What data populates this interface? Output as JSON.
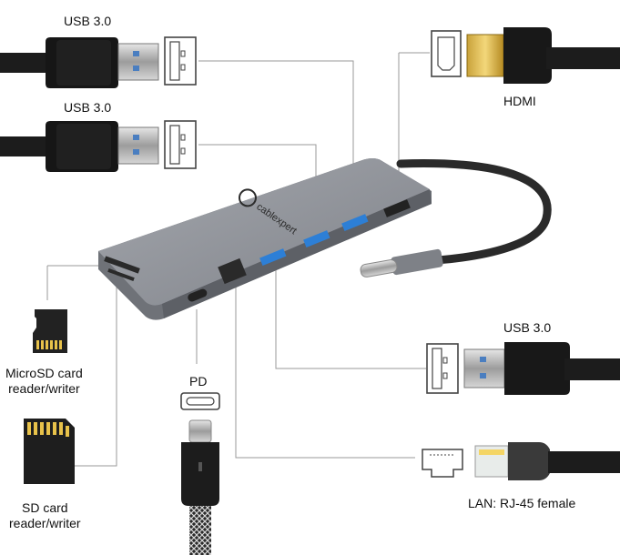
{
  "brand": "cablexpert",
  "labels": {
    "usb_top_1": "USB 3.0",
    "usb_top_2": "USB 3.0",
    "hdmi": "HDMI",
    "usb_right": "USB 3.0",
    "microsd_line1": "MicroSD card",
    "microsd_line2": "reader/writer",
    "pd": "PD",
    "sd_line1": "SD card",
    "sd_line2": "reader/writer",
    "lan": "LAN: RJ-45 female"
  },
  "icons": {
    "usb_plug": "usb-a-plug-icon",
    "hdmi_plug": "hdmi-plug-icon",
    "rj45_plug": "rj45-plug-icon",
    "usbc_plug": "usb-c-plug-icon",
    "microsd": "microsd-card-icon",
    "sd": "sd-card-icon"
  },
  "colors": {
    "hub_body": "#8d9096",
    "usb_port": "#2d7fd6",
    "cable": "#1c1c1c",
    "leader_line": "#9a9a9a"
  }
}
